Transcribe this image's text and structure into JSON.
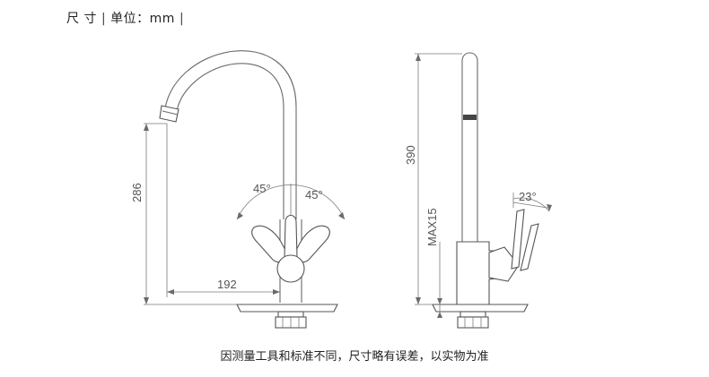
{
  "heading": {
    "label": "尺 寸",
    "unit_label": "单位：mm"
  },
  "dimensions": {
    "total_height": "286",
    "spout_reach": "192",
    "handle_angle_left": "45°",
    "handle_angle_right": "45°",
    "side_height": "390",
    "max_deck_thickness": "MAX15",
    "side_handle_angle": "23°"
  },
  "footnote": "因测量工具和标准不同，尺寸略有误差，以实物为准",
  "colors": {
    "line": "#6a6a6a",
    "text": "#222222"
  }
}
